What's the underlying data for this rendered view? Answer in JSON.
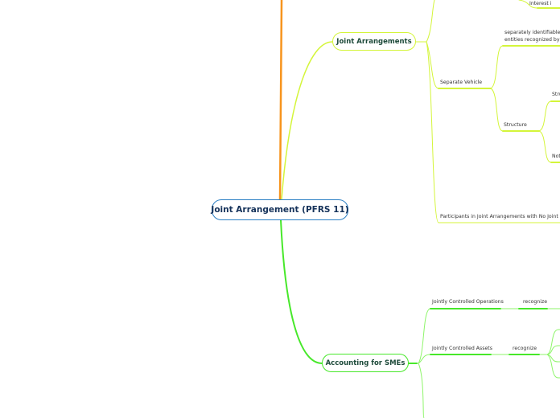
{
  "root": {
    "label": "Joint Arrangement (PFRS 11)"
  },
  "branches": {
    "joint_arrangements": {
      "label": "Joint Arrangements",
      "top_item": "Interest i",
      "separate_vehicle": {
        "label": "Separate Vehicle",
        "definition_line1": "separately identifiable fi",
        "definition_line2": "entities recognized by a s",
        "structure": {
          "label": "Structure",
          "child1": "Stru",
          "child2": "Not"
        }
      },
      "participants": "Participants in Joint Arrangements with No Joint Contr"
    },
    "accounting_smes": {
      "label": "Accounting for SMEs",
      "operations": {
        "label": "Jointly Controlled Operations",
        "action": "recognize"
      },
      "assets": {
        "label": "Jointly Controlled Assets",
        "action": "recognize"
      }
    }
  },
  "colors": {
    "root": "#2a7fc4",
    "orange": "#f7941d",
    "yellow_green": "#d4f53a",
    "green": "#47e82a"
  }
}
